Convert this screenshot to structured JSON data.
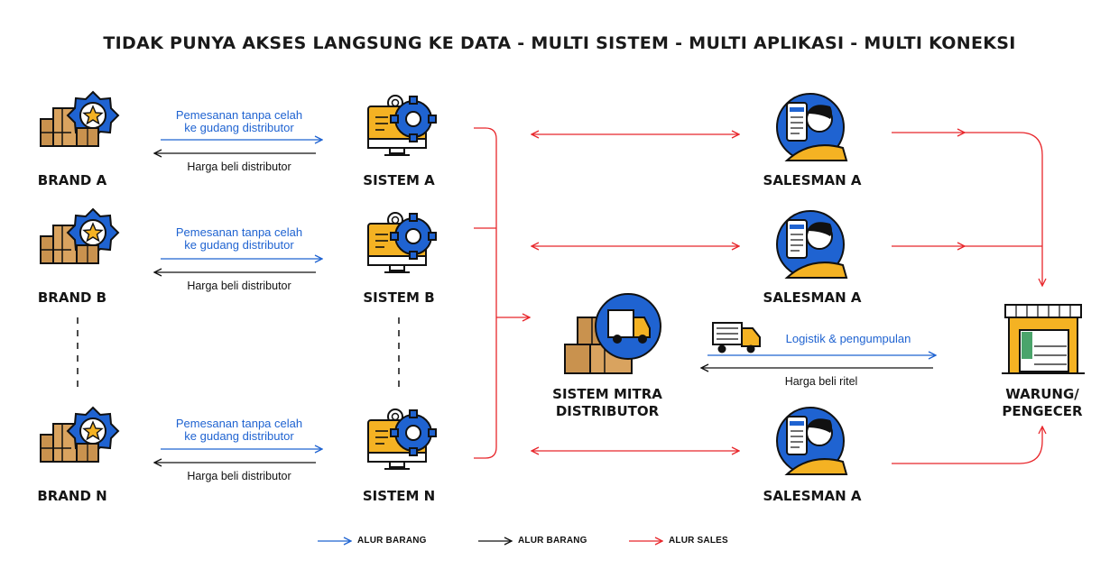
{
  "title": "TIDAK PUNYA AKSES LANGSUNG KE DATA - MULTI SISTEM - MULTI APLIKASI - MULTI KONEKSI",
  "brands": [
    {
      "label": "BRAND A",
      "order_text": "Pemesanan tanpa celah\nke gudang distributor",
      "price_text": "Harga beli distributor",
      "system_label": "SISTEM A"
    },
    {
      "label": "BRAND B",
      "order_text": "Pemesanan tanpa celah\nke gudang distributor",
      "price_text": "Harga beli distributor",
      "system_label": "SISTEM B"
    },
    {
      "label": "BRAND N",
      "order_text": "Pemesanan tanpa celah\nke gudang distributor",
      "price_text": "Harga beli distributor",
      "system_label": "SISTEM N"
    }
  ],
  "distributor": {
    "label_line1": "SISTEM MITRA",
    "label_line2": "DISTRIBUTOR"
  },
  "salesmen": [
    "SALESMAN A",
    "SALESMAN A",
    "SALESMAN A"
  ],
  "logistics": {
    "label": "Logistik & pengumpulan",
    "price": "Harga beli ritel"
  },
  "retailer": {
    "line1": "WARUNG/",
    "line2": "PENGECER"
  },
  "legend": [
    {
      "label": "ALUR BARANG",
      "color": "#1f63d1"
    },
    {
      "label": "ALUR BARANG",
      "color": "#111111"
    },
    {
      "label": "ALUR SALES",
      "color": "#e8262b"
    }
  ],
  "colors": {
    "blue": "#1f63d1",
    "red": "#e8262b",
    "yellow": "#f4b223",
    "brown": "#c9924e",
    "dark": "#111111"
  },
  "icons": {
    "brand": "badge-star-boxes-icon",
    "system": "monitor-gear-icon",
    "salesman": "salesman-tablet-icon",
    "distributor": "truck-boxes-icon",
    "retailer": "shop-icon",
    "logistics": "truck-icon"
  }
}
